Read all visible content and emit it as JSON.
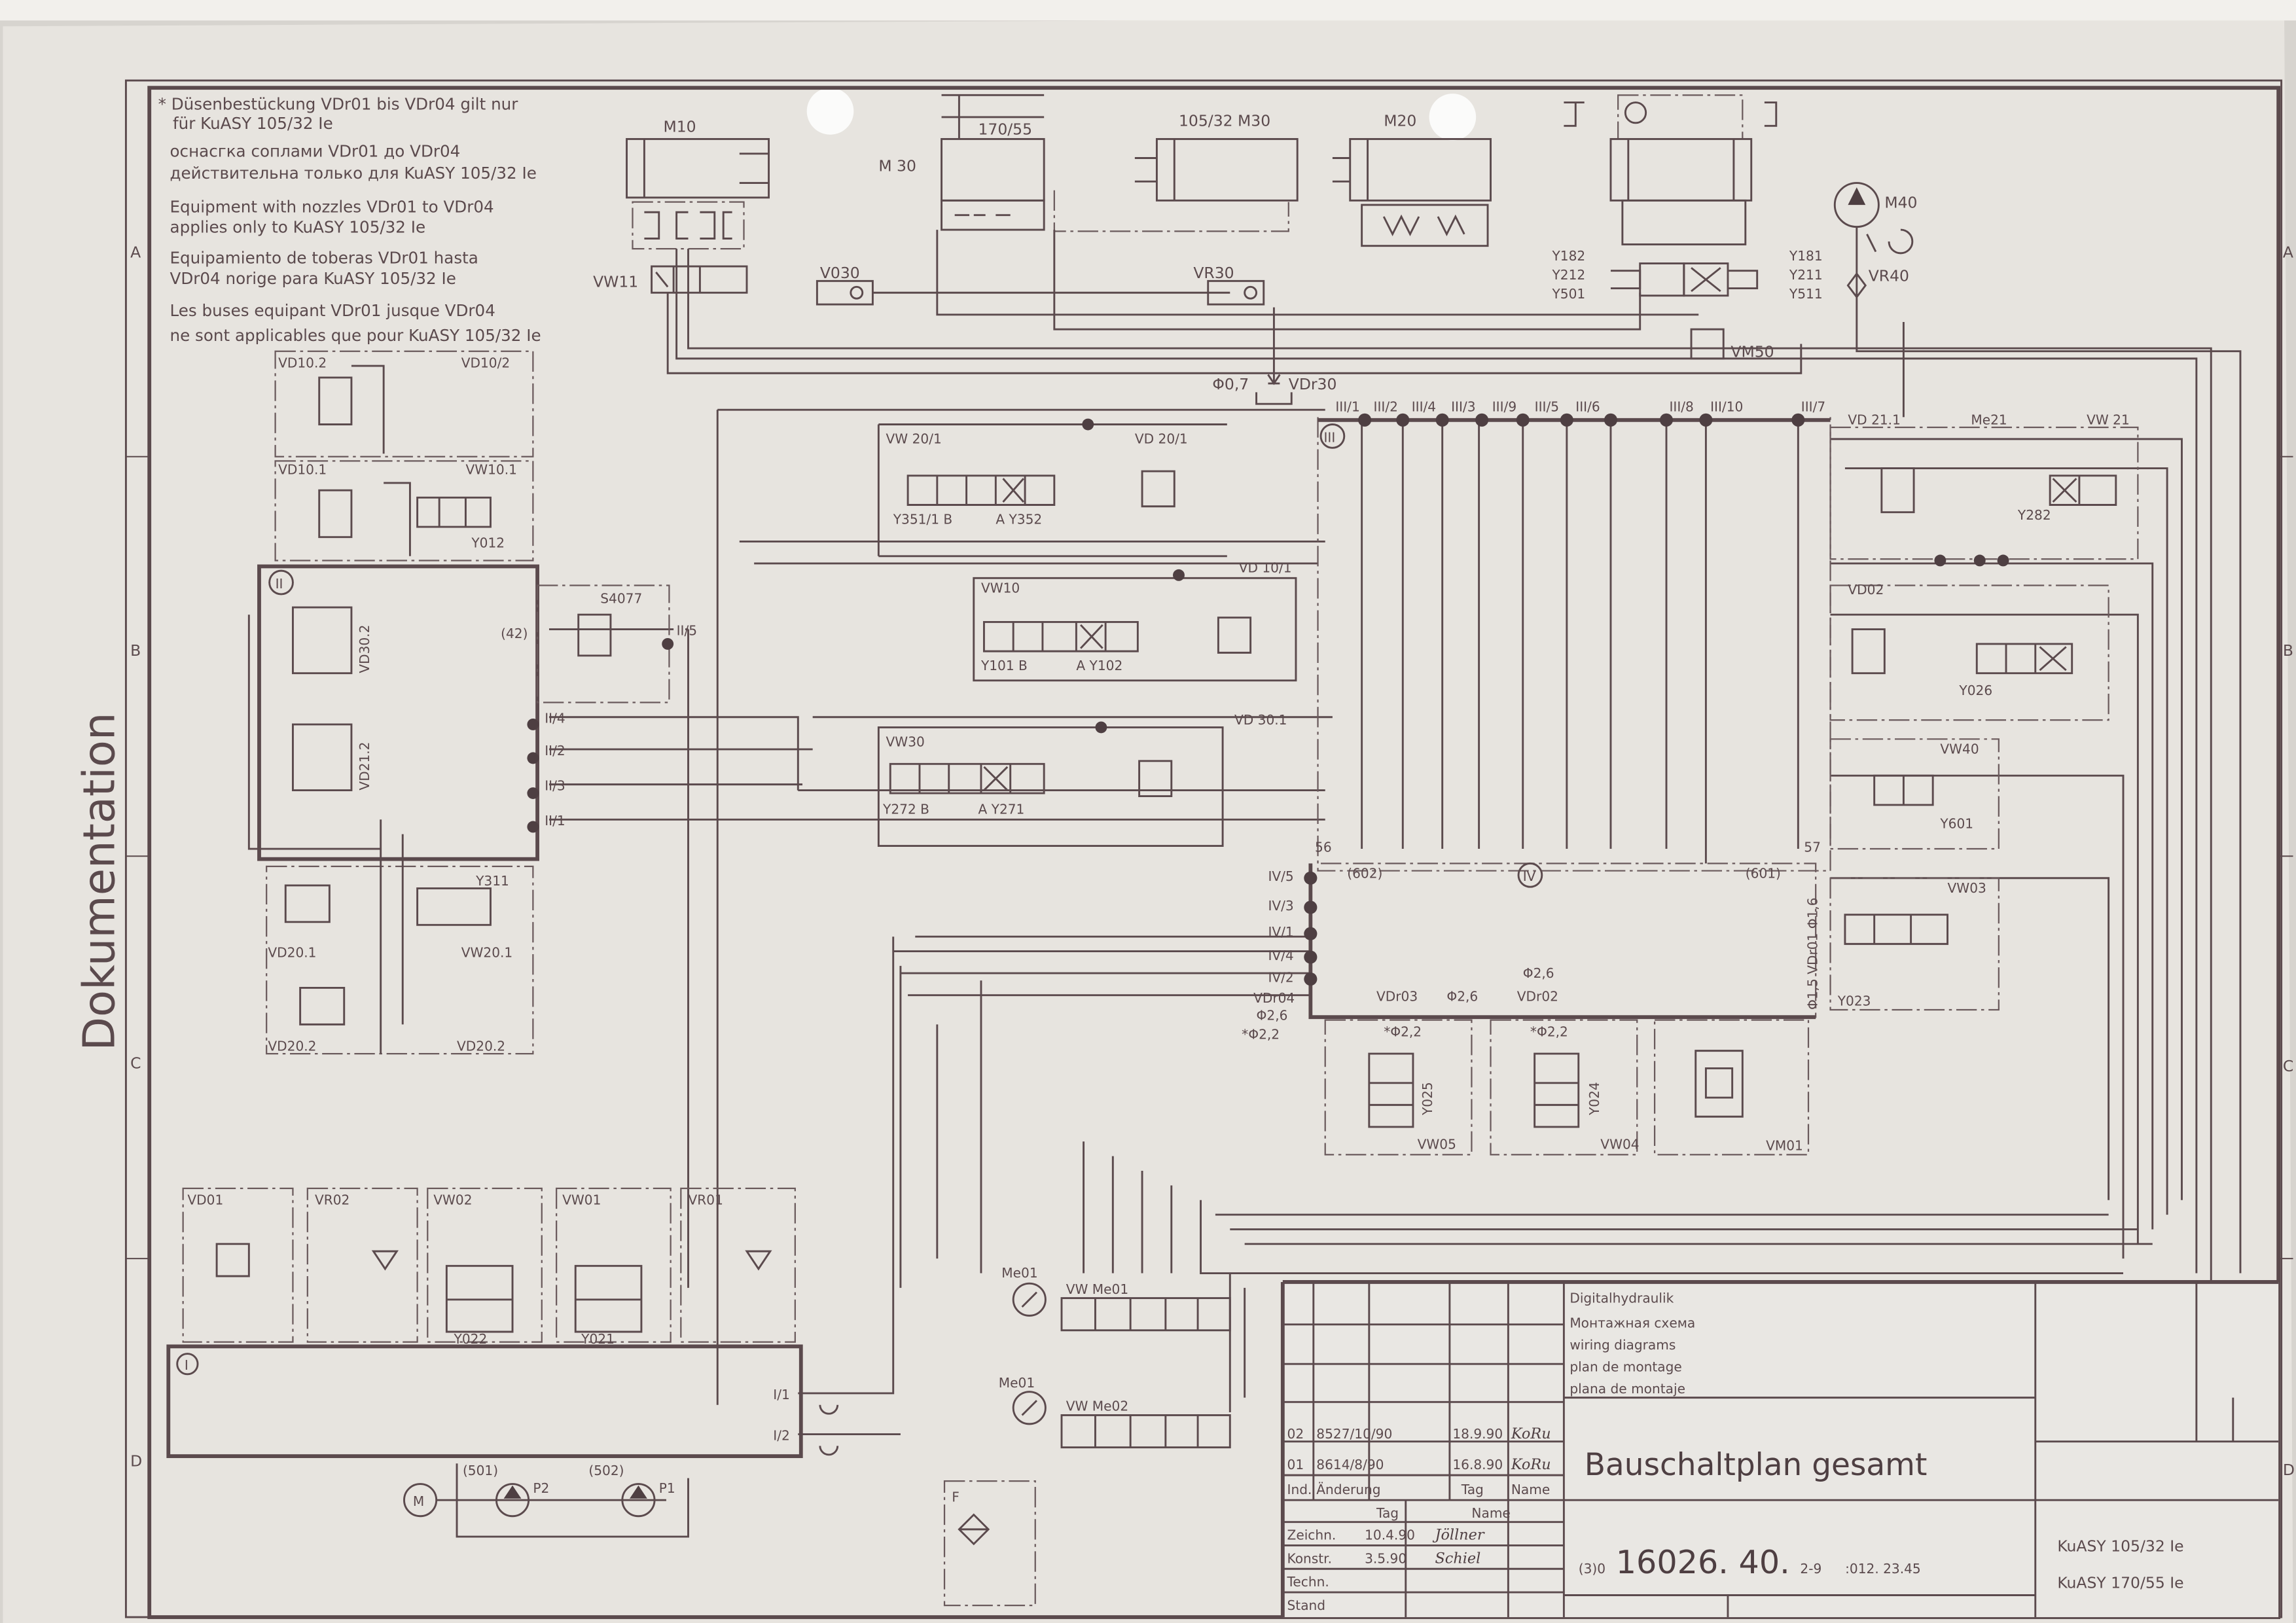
{
  "sheet": {
    "side_title": "Dokumentation",
    "zones_left": [
      "A",
      "B",
      "C",
      "D"
    ],
    "zones_right": [
      "A",
      "B",
      "C",
      "D"
    ]
  },
  "notes": [
    "* Düsenbestückung VDr01 bis VDr04 gilt nur",
    "für KuASY 105/32 Ie",
    "оснасгка соплами VDr01 до VDr04",
    "действительна только для KuASY 105/32 Ie",
    "Equipment with nozzles VDr01 to VDr04",
    "applies only to KuASY 105/32 Ie",
    "Equipamiento de toberas VDr01 hasta",
    "VDr04 norige para KuASY 105/32 Ie",
    "Les buses equipant VDr01 jusque VDr04",
    "ne sont applicables que pour KuASY 105/32 Ie"
  ],
  "top": {
    "m10": "M10",
    "cyl_170_55": "170/55",
    "m30_left": "M 30",
    "cyl_105_32": "105/32  M30",
    "m20": "M20",
    "m40": "M40",
    "v030": "V030",
    "vr30": "VR30",
    "vw11": "VW11",
    "vr40": "VR40",
    "vm50": "VM50",
    "y_left": [
      "Y182",
      "Y212",
      "Y501"
    ],
    "y_right": [
      "Y181",
      "Y211",
      "Y511"
    ],
    "phi07": "Φ0,7",
    "vdr30": "VDr30"
  },
  "rail_iii": {
    "label": "III",
    "ports": [
      "III/1",
      "III/2",
      "III/4",
      "III/3",
      "III/9",
      "III/5",
      "III/6",
      "III/8",
      "III/10",
      "III/7"
    ]
  },
  "left_block": {
    "vd10_2a": "VD10.2",
    "vd10_2b": "VD10/2",
    "vd10_1": "VD10.1",
    "vw10_1": "VW10.1",
    "y012": "Y012",
    "block_ii": "II",
    "vd30_2": "VD30.2",
    "vd21_2": "VD21.2",
    "s4077": "S4077",
    "p42": "(42)",
    "ii5": "II/5",
    "ports": [
      "II/4",
      "II/2",
      "II/3",
      "II/1"
    ],
    "y311": "Y311",
    "vd20_1": "VD20.1",
    "vw20_1": "VW20.1",
    "vd20_2a": "VD20.2",
    "vd20_2b": "VD20.2"
  },
  "center": {
    "vw20_1": "VW 20/1",
    "vd20_1": "VD 20/1",
    "y351": "Y351/1  B",
    "y352": "A  Y352",
    "vw10": "VW10",
    "vd10_1": "VD 10/1",
    "y101": "Y101  B",
    "y102": "A  Y102",
    "vw30": "VW30",
    "vd30_1": "VD 30.1",
    "y272": "Y272  B",
    "y271": "A  Y271"
  },
  "right": {
    "vd21_1": "VD 21.1",
    "me21": "Me21",
    "vw21": "VW 21",
    "y282": "Y282",
    "vd02": "VD02",
    "y026": "Y026",
    "vw40": "VW40",
    "y601": "Y601",
    "vw03": "VW03",
    "y023": "Y023"
  },
  "block_iv": {
    "label": "IV",
    "p56": "56",
    "p57": "57",
    "p602": "(602)",
    "p601": "(601)",
    "ports": [
      "IV/5",
      "IV/3",
      "IV/1",
      "IV/4",
      "IV/2"
    ],
    "vdr04": "VDr04",
    "vdr04_d1": "Φ2,6",
    "vdr04_d2": "*Φ2,2",
    "vdr03": "VDr03",
    "vdr03_d": "Φ2,6",
    "vdr02": "VDr02",
    "vdr02_d": "Φ2,6",
    "vw05_d": "*Φ2,2",
    "vw04_d": "*Φ2,2",
    "y025": "Y025",
    "y024": "Y024",
    "vw05": "VW05",
    "vw04": "VW04",
    "vm01": "VM01",
    "vdr01": "Φ1,5 VDr01 Φ1,6"
  },
  "bottom": {
    "vd01": "VD01",
    "vr02": "VR02",
    "vw02": "VW02",
    "vw01": "VW01",
    "vr01": "VR01",
    "block_i": "I",
    "y022": "Y022",
    "y021": "Y021",
    "i1": "I/1",
    "i2": "I/2",
    "motor": "M",
    "p501": "(501)",
    "p2": "P2",
    "p502": "(502)",
    "p1": "P1",
    "filter": "F",
    "me01a": "Me01",
    "vwme01": "VW Me01",
    "me01b": "Me01",
    "vwme02": "VW Me02"
  },
  "title_block": {
    "lang_titles": [
      "Digitalhydraulik",
      "Монтажная схема",
      "wiring diagrams",
      "plan de montage",
      "plana de montaje"
    ],
    "revisions": [
      {
        "ind": "02",
        "change": "8527/10/90",
        "date": "18.9.90",
        "name": "KoRu"
      },
      {
        "ind": "01",
        "change": "8614/8/90",
        "date": "16.8.90",
        "name": "KoRu"
      }
    ],
    "rev_headers": [
      "Ind.",
      "Änderung",
      "Tag",
      "Name"
    ],
    "sign_headers": [
      "Tag",
      "Name"
    ],
    "sign_rows": [
      {
        "role": "Zeichn.",
        "date": "10.4.90",
        "name": "Jöllner"
      },
      {
        "role": "Konstr.",
        "date": "3.5.90",
        "name": "Schiel"
      },
      {
        "role": "Techn.",
        "date": "",
        "name": ""
      },
      {
        "role": "Stand",
        "date": "",
        "name": ""
      }
    ],
    "title": "Bauschaltplan  gesamt",
    "drawing_prefix": "(3)0",
    "drawing_number": "16026. 40.",
    "drawing_suffix": "2-9",
    "drawing_ref": ":012. 23.45",
    "models": [
      "KuASY 105/32 Ie",
      "KuASY 170/55 Ie"
    ]
  }
}
